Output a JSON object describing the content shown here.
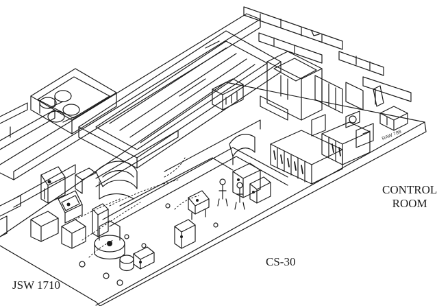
{
  "labels": {
    "control_room_line1": "CONTROL",
    "control_room_line2": "ROOM",
    "cyclotron": "CS-30",
    "scanner": "JSW 1710",
    "artist_signature": "RAW 788"
  },
  "style": {
    "ink_color": "#1a1a1a",
    "paper_color": "#ffffff"
  }
}
